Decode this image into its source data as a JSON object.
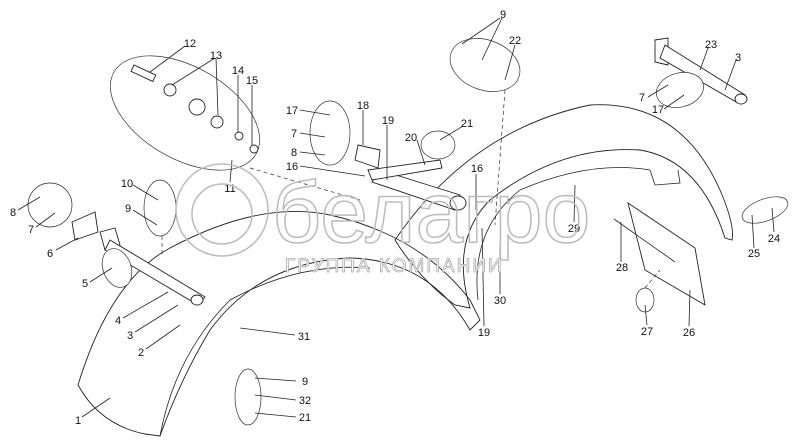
{
  "watermark": {
    "brand": "белагро",
    "subtitle": "ГРУППА КОМПАНИИ"
  },
  "labels": {
    "l12": "12",
    "l13": "13",
    "l14": "14",
    "l15": "15",
    "l17a": "17",
    "l18": "18",
    "l19a": "19",
    "l7a": "7",
    "l8a": "8",
    "l16a": "16",
    "l20": "20",
    "l21a": "21",
    "l9a": "9",
    "l22": "22",
    "l23": "23",
    "l3a": "3",
    "l7b": "7",
    "l17b": "17",
    "l10": "10",
    "l9b": "9",
    "l11": "11",
    "l8b": "8",
    "l7c": "7",
    "l6": "6",
    "l5": "5",
    "l4": "4",
    "l3b": "3",
    "l2": "2",
    "l31": "31",
    "l9c": "9",
    "l32": "32",
    "l21b": "21",
    "l1": "1",
    "l16b": "16",
    "l29": "29",
    "l24": "24",
    "l25": "25",
    "l28": "28",
    "l30": "30",
    "l19b": "19",
    "l27": "27",
    "l26": "26"
  }
}
